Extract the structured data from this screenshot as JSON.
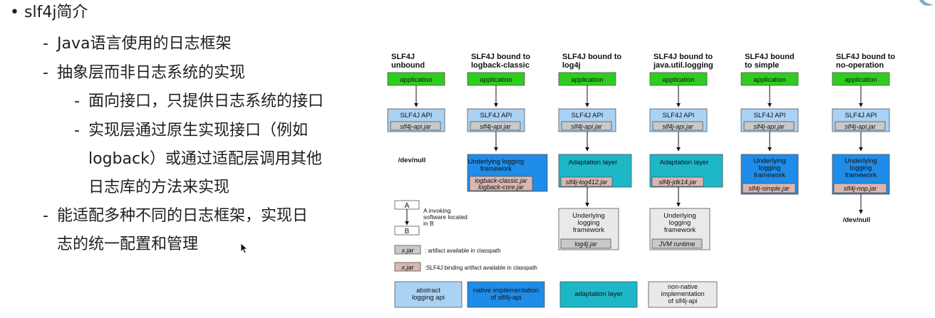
{
  "bullets": {
    "l1": "slf4j简介",
    "l2a": "Java语言使用的日志框架",
    "l2b": "抽象层而非日志系统的实现",
    "l3a": "面向接口，只提供日志系统的接口",
    "l3b_1": "实现层通过原生实现接口（例如",
    "l3b_2": "logback）或通过适配层调用其他",
    "l3b_3": "日志库的方法来实现",
    "l2c_1": "能适配多种不同的日志框架，实现日",
    "l2c_2": "志的统一配置和管理",
    "dot": "•",
    "dash": "-"
  },
  "diagram": {
    "colors": {
      "application": "#2ECC1F",
      "api": "#A9D2F5",
      "native": "#1E8CE8",
      "adaptation": "#1DB7C8",
      "nonnative": "#E9E9E9",
      "jar": "#C9C9C9",
      "binding_jar": "#D9B7B0"
    },
    "columns": [
      {
        "title_1": "SLF4J",
        "title_2": "unbound",
        "application": "application",
        "api": "SLF4J API",
        "api_jar": "slf4j-api.jar",
        "tail": "/dev/null"
      },
      {
        "title_1": "SLF4J bound to",
        "title_2": "logback-classic",
        "application": "application",
        "api": "SLF4J API",
        "api_jar": "slf4j-api.jar",
        "impl_1": "Underlying logging",
        "impl_2": "framework",
        "impl_jar_1": "logback-classic.jar",
        "impl_jar_2": "logback-core.jar"
      },
      {
        "title_1": "SLF4J bound to",
        "title_2": "log4j",
        "application": "application",
        "api": "SLF4J API",
        "api_jar": "slf4j-api.jar",
        "adapt": "Adaptation layer",
        "adapt_jar": "slf4j-log412.jar",
        "under_1": "Underlying",
        "under_2": "logging",
        "under_3": "framework",
        "under_jar": "log4j.jar"
      },
      {
        "title_1": "SLF4J bound to",
        "title_2": "java.util.logging",
        "application": "application",
        "api": "SLF4J API",
        "api_jar": "slf4j-api.jar",
        "adapt": "Adaptation layer",
        "adapt_jar": "slf4j-jdk14.jar",
        "under_1": "Underlying",
        "under_2": "logging",
        "under_3": "framework",
        "under_jar": "JVM runtime"
      },
      {
        "title_1": "SLF4J bound",
        "title_2": "to simple",
        "application": "application",
        "api": "SLF4J API",
        "api_jar": "slf4j-api.jar",
        "impl_1": "Underlying",
        "impl_2": "logging",
        "impl_3": "framework",
        "impl_jar": "slf4j-simple.jar"
      },
      {
        "title_1": "SLF4J bound to",
        "title_2": "no-operation",
        "application": "application",
        "api": "SLF4J API",
        "api_jar": "slf4j-api.jar",
        "impl_1": "Underlying",
        "impl_2": "logging",
        "impl_3": "framework",
        "impl_jar": "slf4j-nop.jar",
        "tail": "/dev/null"
      }
    ],
    "legend": {
      "a": "A",
      "b": "B",
      "ab_1": "A invoking",
      "ab_2": "software located",
      "ab_3": "in B",
      "jar": "x.jar",
      "jar_desc": ": artifact available in classpath",
      "binding_jar": "x.jar",
      "binding_desc": ":SLF4J binding artifact available in classpath",
      "abstract_1": "abstract",
      "abstract_2": "logging api",
      "native_1": "native implementation",
      "native_2": "of slf4j-api",
      "adapt": "adaptation layer",
      "nonnative_1": "non-native",
      "nonnative_2": "implementation",
      "nonnative_3": "of slf4j-api"
    }
  }
}
